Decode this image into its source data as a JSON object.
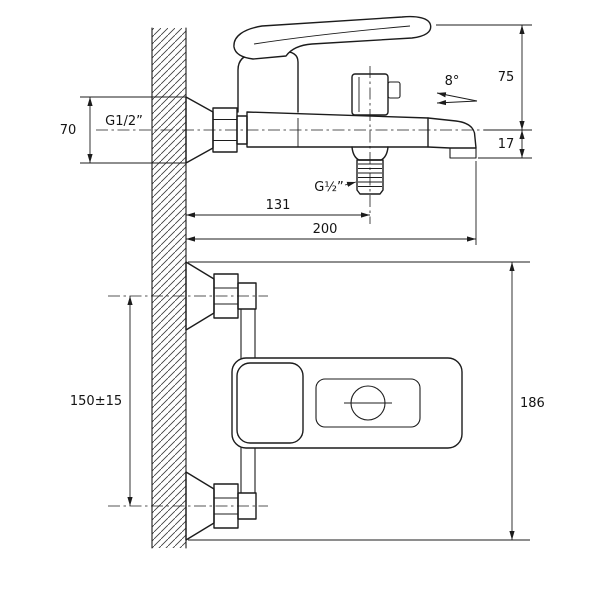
{
  "background_color": "#ffffff",
  "line_color": "#1c1c1c",
  "side_view": {
    "dims": {
      "handle_height": "75",
      "spout_angle": "8°",
      "spout_drop": "17",
      "escutcheon_diameter": "70",
      "inlet_thread": "G1/2”",
      "shower_outlet_thread": "G½”",
      "wall_to_shower_outlet": "131",
      "wall_to_spout_end": "200"
    }
  },
  "front_view": {
    "dims": {
      "connection_spacing": "150±15",
      "overall_height": "186"
    }
  }
}
